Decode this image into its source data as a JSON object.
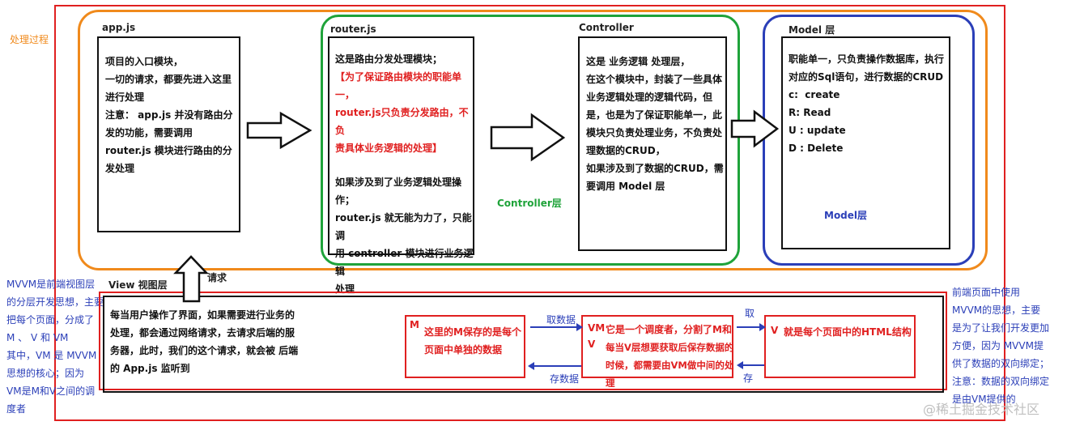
{
  "side_label": "处理过程",
  "appjs": {
    "title": "app.js",
    "lines": [
      "项目的入口模块，",
      "一切的请求，都要先进入这里",
      "进行处理",
      "注意： app.js 并没有路由分",
      "发的功能，需要调用",
      "router.js 模块进行路由的分",
      "发处理"
    ]
  },
  "routerjs": {
    "title": "router.js",
    "lines_top": [
      "这是路由分发处理模块；"
    ],
    "lines_red": [
      "【为了保证路由模块的职能单一，",
      "router.js只负责分发路由，不负",
      "责具体业务逻辑的处理】"
    ],
    "lines_bottom": [
      "如果涉及到了业务逻辑处理操作；",
      "router.js 就无能为力了，只能调",
      "用 controller 模块进行业务逻辑",
      "处理"
    ]
  },
  "controller": {
    "title": "Controller",
    "layer_label": "Controller层",
    "lines": [
      "这是 业务逻辑 处理层，",
      "在这个模块中，封装了一些具体",
      "业务逻辑处理的逻辑代码，但",
      "是，也是为了保证职能单一，此",
      "模块只负责处理业务，不负责处",
      "理数据的CRUD，",
      "如果涉及到了数据的CRUD，需",
      "要调用 Model 层"
    ]
  },
  "model": {
    "title": "Model 层",
    "layer_label": "Model层",
    "lines": [
      "职能单一，只负责操作数据库，执行",
      "对应的Sql语句，进行数据的CRUD",
      "",
      "c:  create",
      "R: Read",
      "U : update",
      "D : Delete"
    ]
  },
  "request_label": "请求",
  "view": {
    "title": "View 视图层",
    "lines": [
      "每当用户操作了界面，如果需要进行业务的",
      "处理，都会通过网络请求，去请求后端的服",
      "务器，此时，我们的这个请求，就会被 后端",
      "的 App.js 监听到"
    ]
  },
  "mvvm_left": {
    "lines": [
      "MVVM是前端视图层",
      "的分层开发思想，主要",
      "把每个页面，分成了",
      "M 、 V 和 VM",
      "其中，VM 是 MVVM",
      "思想的核心；因为",
      "VM是M和V之间的调",
      "度者"
    ]
  },
  "mvvm_right": {
    "lines": [
      "前端页面中使用",
      "MVVM的思想，主要",
      "是为了让我们开发更加",
      "方便，因为 MVVM提",
      "供了数据的双向绑定；",
      "注意：数据的双向绑定",
      "是由VM提供的"
    ]
  },
  "m_box": {
    "tag": "M",
    "lines": [
      "这里的M保存的是每个",
      "页面中单独的数据"
    ]
  },
  "vm_box": {
    "tag1": "VM",
    "tag2": "V",
    "lines": [
      "它是一个调度者，分割了M和",
      "每当V层想要获取后保存数据的",
      "时候，都需要由VM做中间的处理"
    ]
  },
  "v_box": {
    "tag": "V",
    "text": "就是每个页面中的HTML结构"
  },
  "arrows": {
    "fetch": "取数据",
    "store": "存数据",
    "take": "取",
    "save": "存"
  },
  "watermark": "@稀土掘金技术社区",
  "colors": {
    "orange": "#f08a1c",
    "green": "#1fa33a",
    "blue": "#2b3fb8",
    "red": "#e02020"
  }
}
